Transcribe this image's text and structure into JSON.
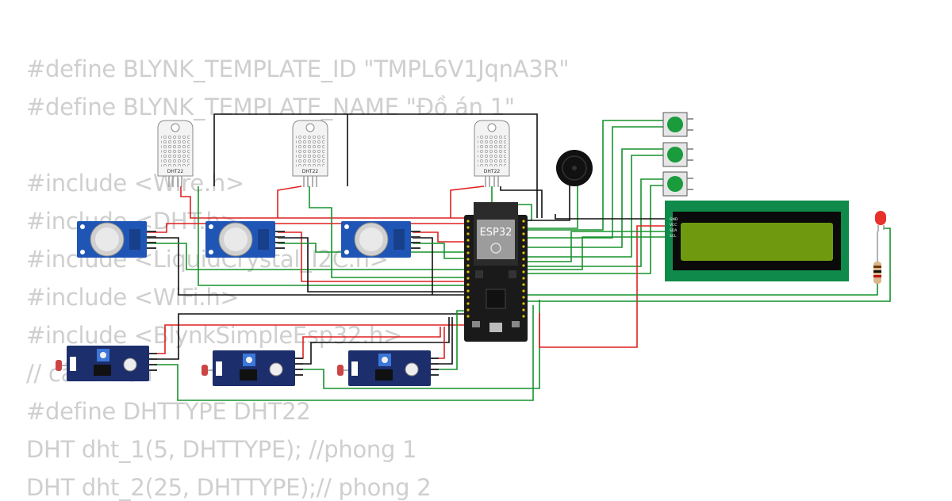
{
  "code_lines": [
    "#define BLYNK_TEMPLATE_ID \"TMPL6V1JqnA3R\"",
    "#define BLYNK_TEMPLATE_NAME \"Đồ án 1\"",
    "",
    "#include <Wire.h>",
    "#include <DHT.h>",
    "#include <LiquidCrystal_I2C.h>",
    "#include <WiFi.h>",
    "#include <BlynkSimpleEsp32.h>",
    "// cảm biến",
    "#define DHTTYPE DHT22",
    "DHT dht_1(5, DHTTYPE); //phong 1",
    "DHT dht_2(25, DHTTYPE);// phong 2"
  ],
  "components": {
    "dht_label": "DHT22",
    "esp32_label": "ESP32",
    "lcd_pins": [
      "GND",
      "VCC",
      "SDA",
      "SCL"
    ]
  },
  "colors": {
    "wire_red": "#e02020",
    "wire_black": "#111111",
    "wire_green": "#16922c",
    "module_blue": "#1f56b5",
    "ldr_board": "#1c2e6b",
    "lcd_frame": "#0f8a4a",
    "lcd_screen": "#6f9a10",
    "button_green": "#1a9b3c",
    "led_red": "#e8302c",
    "code_text": "#cfcfcf"
  }
}
